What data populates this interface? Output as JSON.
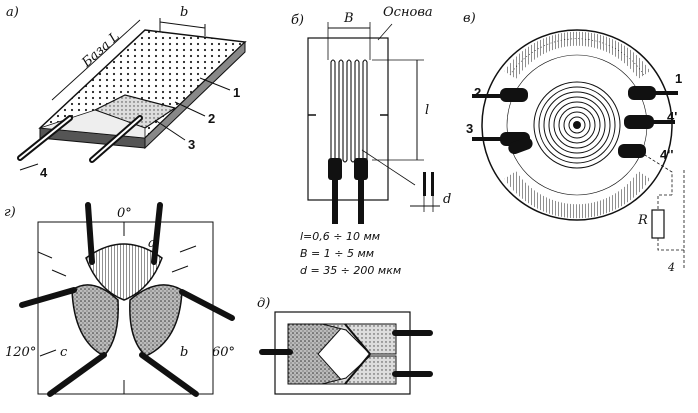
{
  "panels": {
    "a": {
      "letter": "а)",
      "base_label": "База L",
      "width_label": "b",
      "callouts": [
        "1",
        "2",
        "3",
        "4"
      ]
    },
    "b": {
      "letter": "б)",
      "width_label": "B",
      "base_label": "Основа",
      "length_label": "l",
      "thickness_label": "d",
      "specs": [
        "l=0,6 ÷ 10 мм",
        "B = 1 ÷ 5 мм",
        "d = 35 ÷ 200 мкм"
      ]
    },
    "c": {
      "letter": "в)",
      "terminals": [
        "1",
        "2",
        "3",
        "4'",
        "4''"
      ],
      "resistor_label": "R",
      "ground_label": "4"
    },
    "d": {
      "letter": "г)",
      "angles": [
        "0°",
        "120°",
        "60°"
      ],
      "sectors": [
        "a",
        "c",
        "b"
      ]
    },
    "e": {
      "letter": "д)"
    }
  }
}
